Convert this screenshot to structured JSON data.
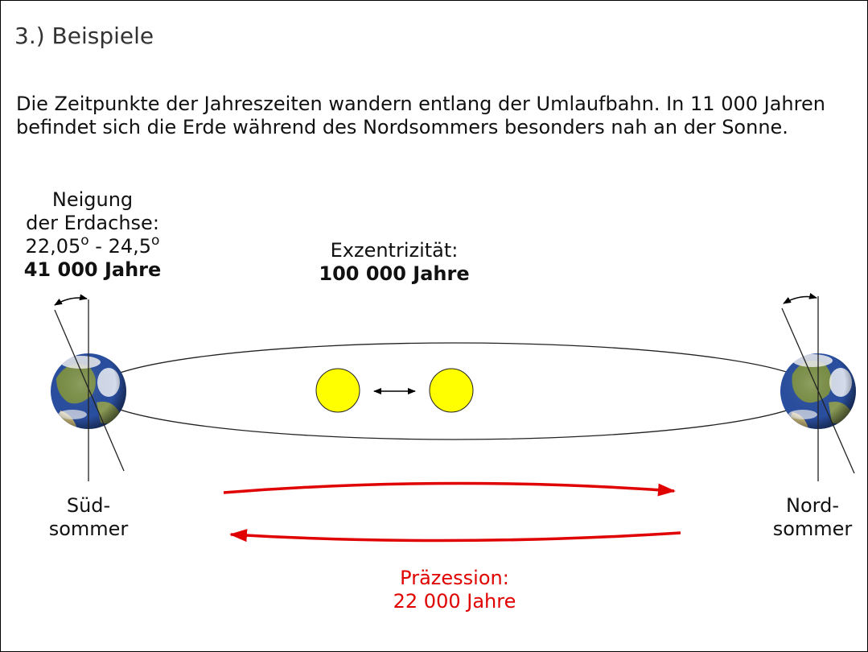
{
  "slide": {
    "title": "3.) Beispiele",
    "paragraph": "Die Zeitpunkte der Jahreszeiten wandern entlang der Umlaufbahn. In 11 000 Jahren befindet sich die Erde während des Nordsommers besonders nah an der Sonne."
  },
  "tilt": {
    "line1": "Neigung",
    "line2": "der Erdachse:",
    "range_a": "22,05",
    "deg": "o",
    "range_sep": " - 24,5",
    "period": "41 000 Jahre"
  },
  "eccentricity": {
    "label": "Exzentrizität:",
    "period": "100 000 Jahre"
  },
  "seasons": {
    "south_line1": "Süd-",
    "south_line2": "sommer",
    "north_line1": "Nord-",
    "north_line2": "sommer"
  },
  "precession": {
    "label": "Präzession:",
    "period": "22 000 Jahre"
  },
  "colors": {
    "sun": "#ffff00",
    "precession_arrow": "#ee0000",
    "ocean": "#2a4fa0",
    "land": "#6a8a3a"
  }
}
